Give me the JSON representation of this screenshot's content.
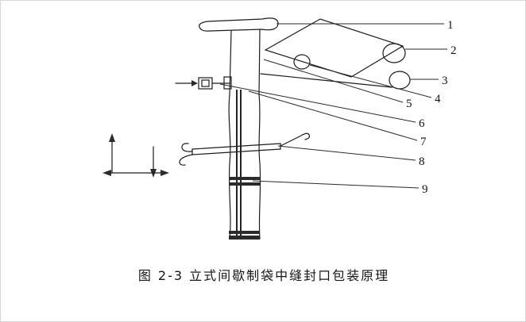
{
  "figure": {
    "caption": "图 2-3 立式间歇制袋中缝封口包装原理",
    "callouts": [
      "1",
      "2",
      "3",
      "4",
      "5",
      "6",
      "7",
      "8",
      "9"
    ],
    "colors": {
      "line": "#1c1c1c",
      "seal_band": "#2b2b2b",
      "background": "#ffffff"
    }
  }
}
